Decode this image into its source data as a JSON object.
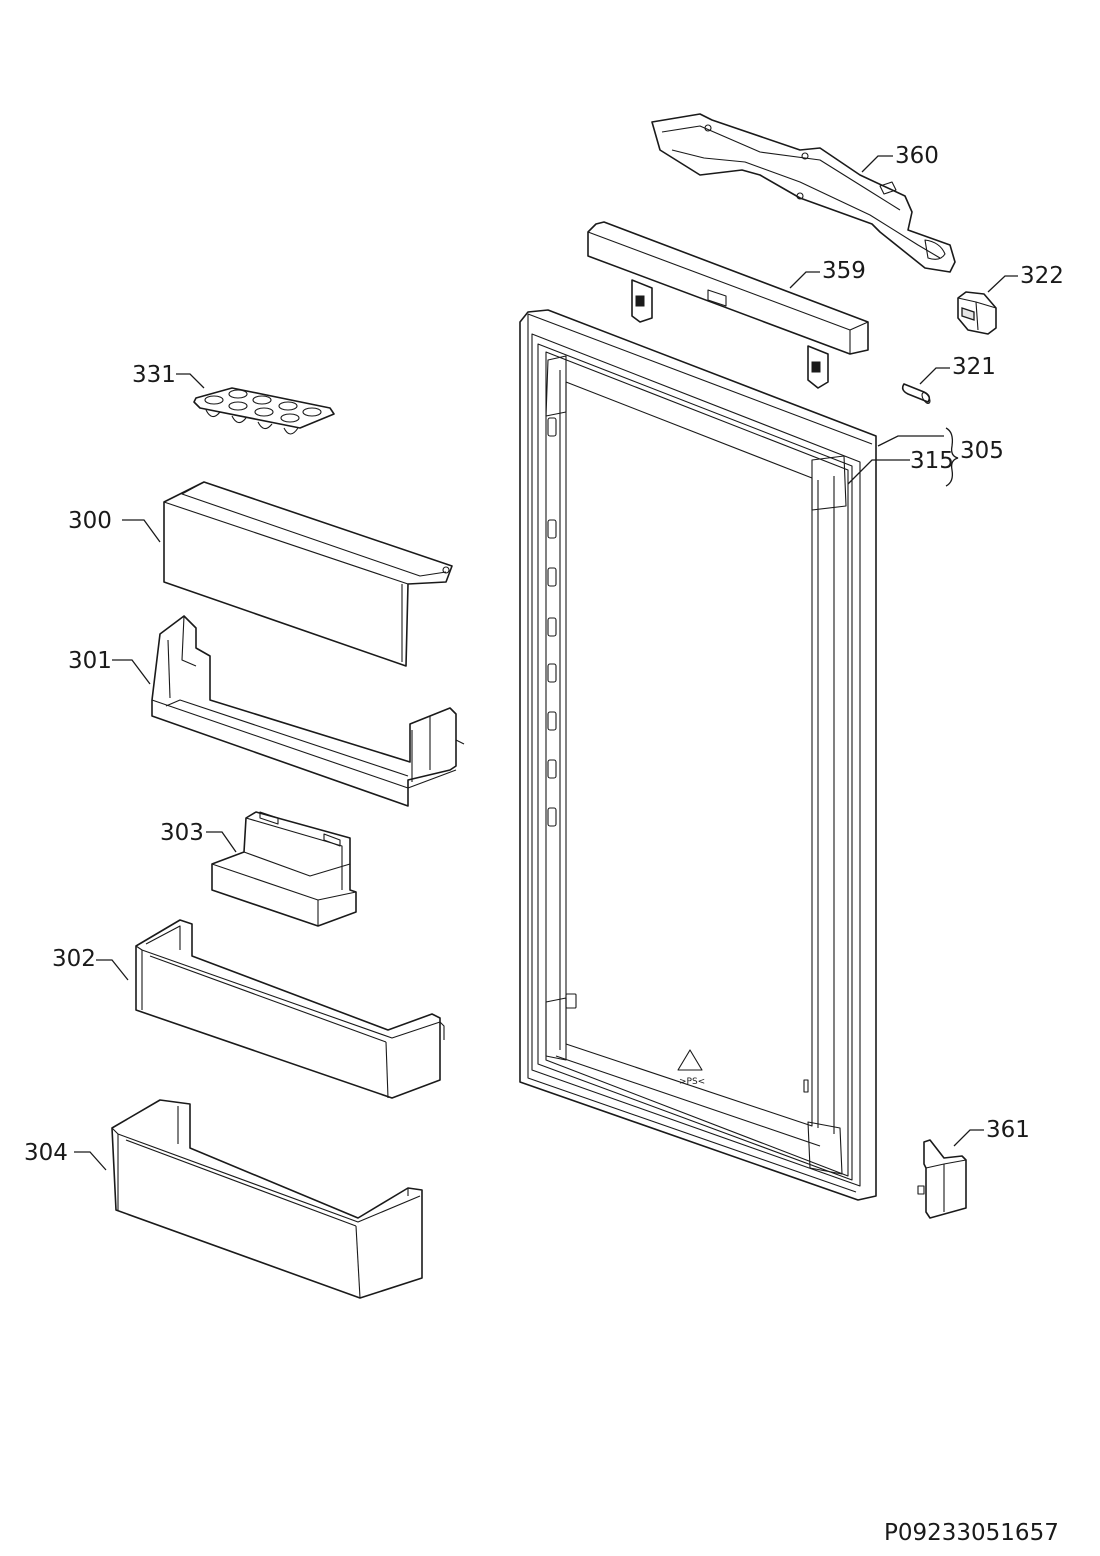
{
  "labels": {
    "p360": "360",
    "p359": "359",
    "p322": "322",
    "p321": "321",
    "p331": "331",
    "p305": "305",
    "p315": "315",
    "p300": "300",
    "p301": "301",
    "p303": "303",
    "p302": "302",
    "p304": "304",
    "p361": "361"
  },
  "recycle_mark": ">PS<",
  "drawing_code": "P09233051657"
}
